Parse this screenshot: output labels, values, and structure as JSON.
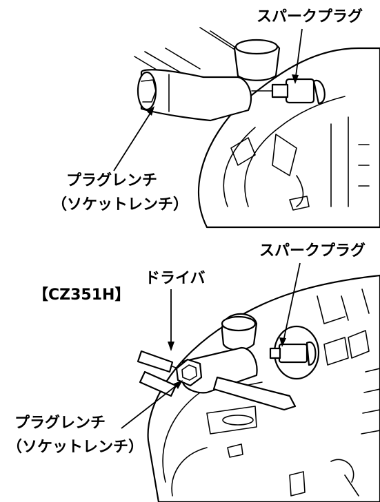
{
  "figure_top": {
    "spark_plug_label": "スパークプラグ",
    "wrench_label_line1": "プラグレンチ",
    "wrench_label_line2": "（ソケットレンチ）"
  },
  "figure_bottom": {
    "model_label": "【CZ351H】",
    "spark_plug_label": "スパークプラグ",
    "driver_label": "ドライバ",
    "wrench_label_line1": "プラグレンチ",
    "wrench_label_line2": "（ソケットレンチ）"
  }
}
